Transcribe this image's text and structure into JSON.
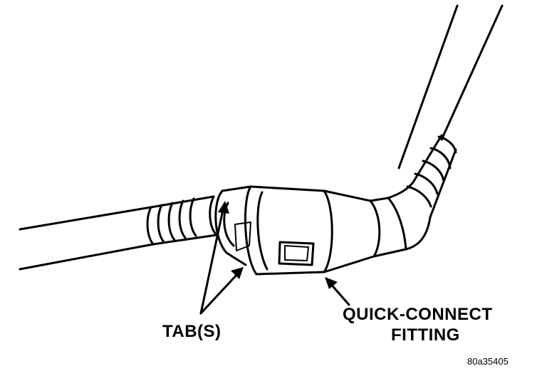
{
  "labels": {
    "tabs": "TAB(S)",
    "fitting_line1": "QUICK-CONNECT",
    "fitting_line2": "FITTING",
    "figure_id": "80a35405"
  },
  "colors": {
    "ink": "#000000",
    "paper": "#ffffff"
  }
}
